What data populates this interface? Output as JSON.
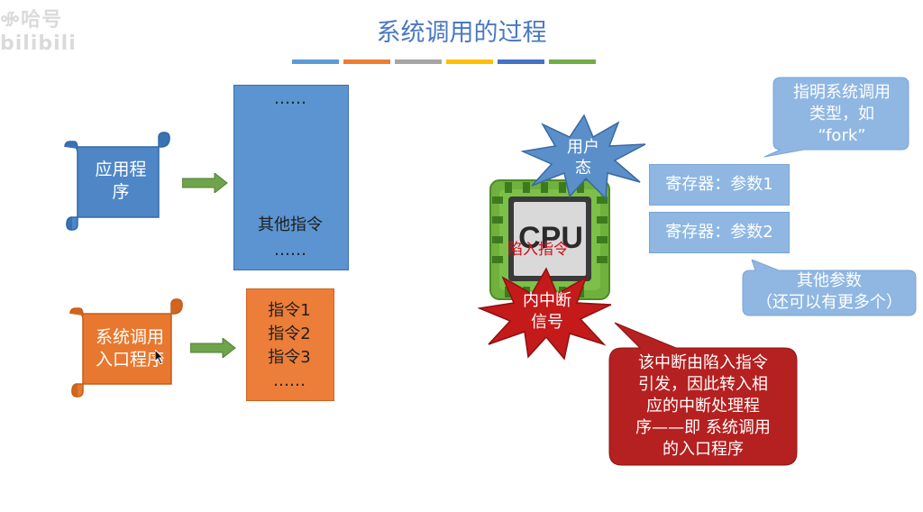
{
  "watermark": "ꗂ哈号 bilibili",
  "title": "系统调用的过程",
  "colors": {
    "title": "#4a78c2",
    "blue": "#5b94d0",
    "orange": "#ec7e3a",
    "green_arrow": "#6ea44a",
    "dark_red": "#b52020",
    "light_blue": "#8fb7e2",
    "chip_green": "#6fb13c"
  },
  "color_bars": [
    "#5b9bd5",
    "#ed7d31",
    "#a5a5a5",
    "#ffc000",
    "#4472c4",
    "#70ad47"
  ],
  "app_scroll": {
    "line1": "应用程",
    "line2": "序"
  },
  "syscall_scroll": {
    "line1": "系统调用",
    "line2": "入口程序"
  },
  "blue_box": {
    "dots_top": "……",
    "label": "其他指令",
    "dots_bottom": "……"
  },
  "orange_box": {
    "line1": "指令1",
    "line2": "指令2",
    "line3": "指令3",
    "dots": "……"
  },
  "user_state": {
    "line1": "用户",
    "line2": "态"
  },
  "cpu": {
    "label": "CPU",
    "trap": "陷入指令"
  },
  "interrupt": {
    "line1": "内中断",
    "line2": "信号"
  },
  "callout_top": {
    "line1": "指明系统调用",
    "line2": "类型，如",
    "line3": "“fork”"
  },
  "registers": {
    "reg1": "寄存器：参数1",
    "reg2": "寄存器：参数2"
  },
  "callout_params": {
    "line1": "其他参数",
    "line2": "（还可以有更多个）"
  },
  "callout_red": {
    "line1": "该中断由陷入指令",
    "line2": "引发，因此转入相",
    "line3": "应的中断处理程",
    "line4": "序——即 系统调用",
    "line5": "的入口程序"
  }
}
